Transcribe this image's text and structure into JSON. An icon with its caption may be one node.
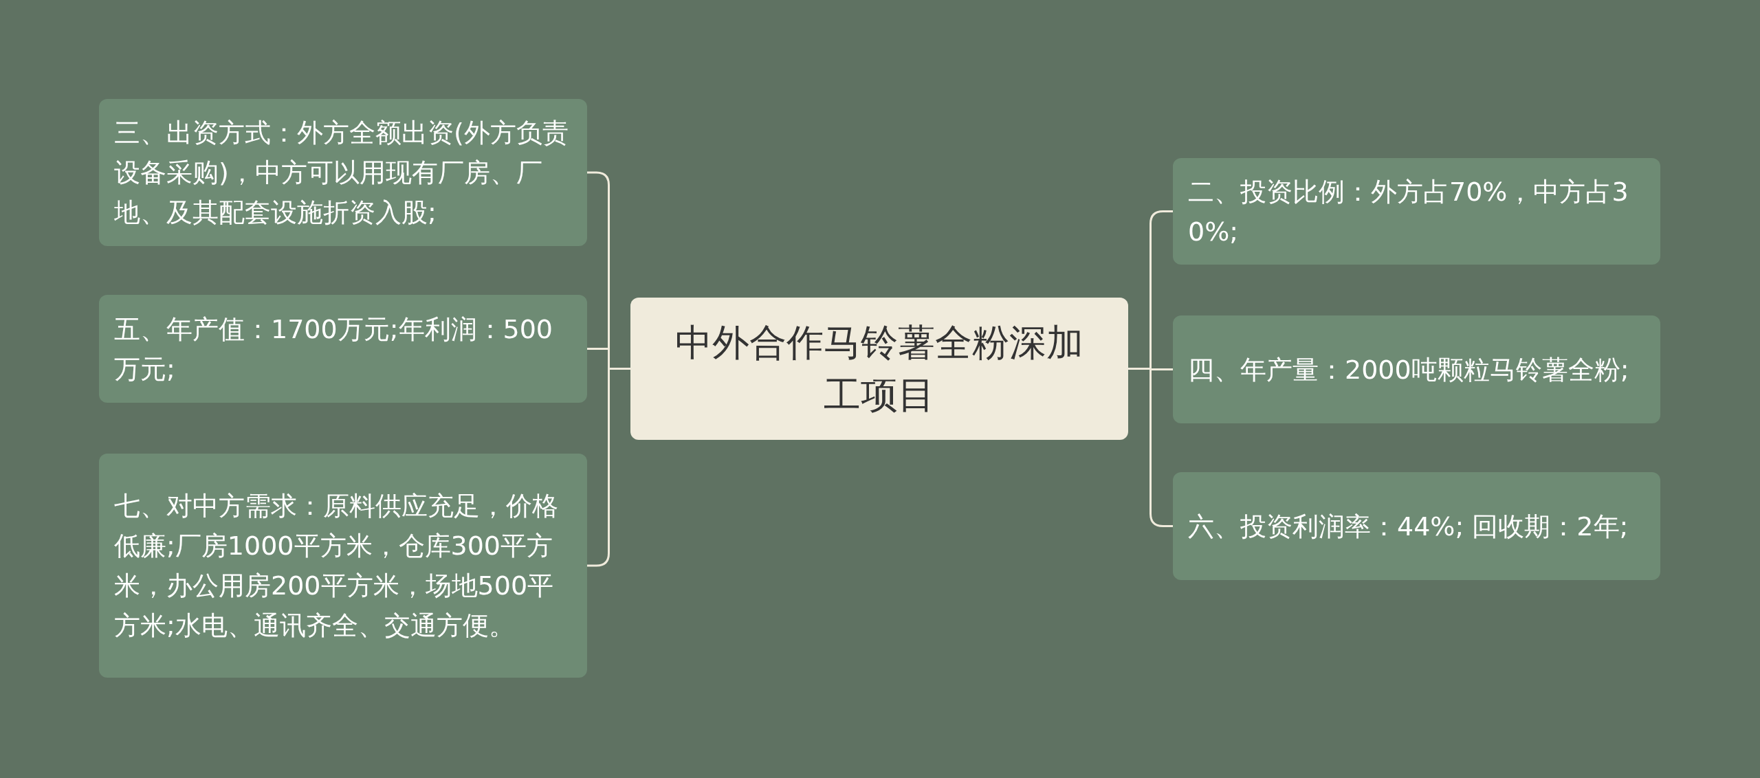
{
  "diagram": {
    "nodes": [
      {
        "text": [
          "中外合作马铃薯全粉深加工项目"
        ]
      },
      {
        "text": [
          "三、出资方式：外方全额出资(外方负责设备采购)，中方可以用现有厂房、厂地、及其配套设施折资入股;"
        ]
      },
      {
        "text": [
          "五、年产值：1700万元;年利润：500万元;"
        ]
      },
      {
        "text": [
          "七、对中方需求：原料供应充足，价格低廉;厂房1000平方米，仓库300平方米，办公用房200平方米，场地500平方米;水电、通讯齐全、交通方便。"
        ]
      },
      {
        "text": [
          "二、投资比例：外方占70%，中方占30%;"
        ]
      },
      {
        "text": [
          "四、年产量：2000吨颗粒马铃薯全粉;"
        ]
      },
      {
        "text": [
          "六、投资利润率：44%; 回收期：2年;"
        ]
      }
    ],
    "edges": [
      {
        "from": 0,
        "to": 1,
        "arrow": "none"
      },
      {
        "from": 0,
        "to": 2,
        "arrow": "none"
      },
      {
        "from": 0,
        "to": 3,
        "arrow": "none"
      },
      {
        "from": 0,
        "to": 4,
        "arrow": "none"
      },
      {
        "from": 0,
        "to": 5,
        "arrow": "none"
      },
      {
        "from": 0,
        "to": 6,
        "arrow": "none"
      }
    ]
  }
}
